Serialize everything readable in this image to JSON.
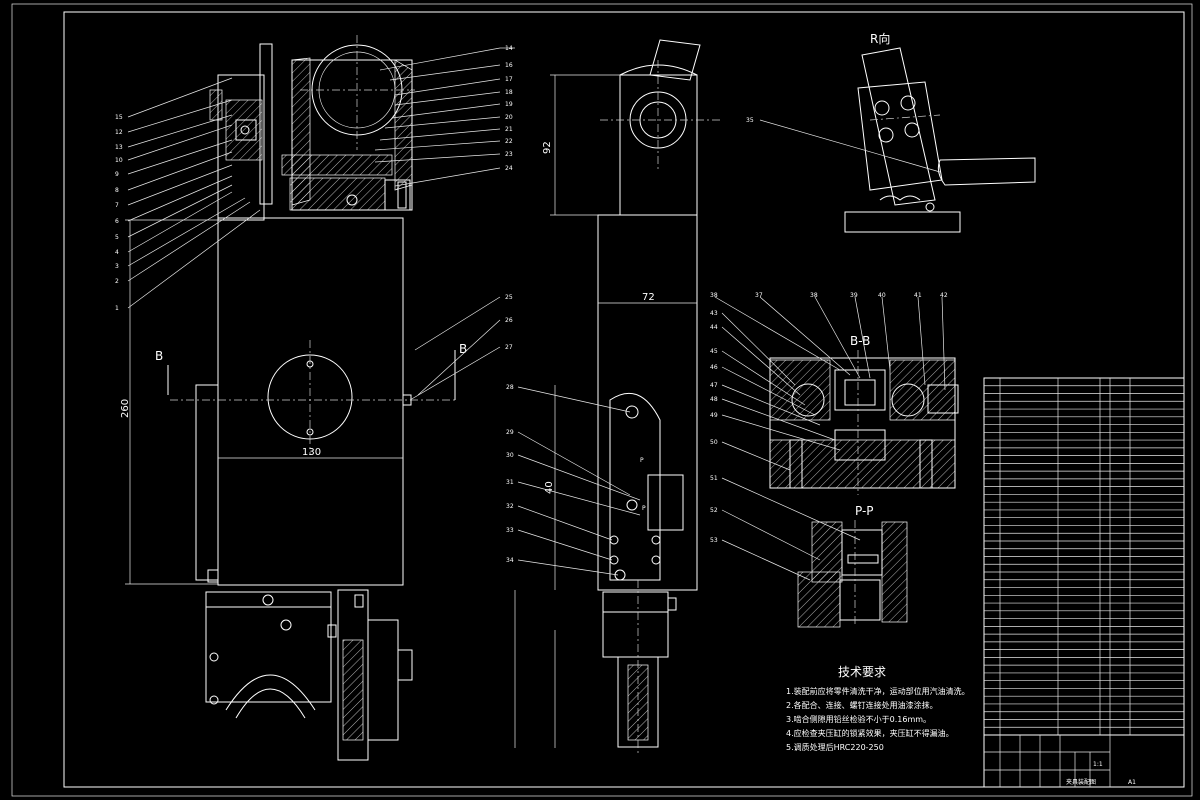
{
  "drawing": {
    "view_labels": {
      "r_view": "R向",
      "section_bb": "B-B",
      "section_pp": "P-P",
      "section_mark_b_left": "B",
      "section_mark_b_right": "B",
      "p_mark": "P",
      "p_mark2": "P"
    },
    "dimensions": {
      "height_main": "260",
      "width_main": "130",
      "height_side": "92",
      "width_side": "72",
      "side_40": "40"
    },
    "leaders_left": [
      "15",
      "12",
      "13",
      "10",
      "9",
      "8",
      "7",
      "6",
      "5",
      "4",
      "3",
      "2",
      "1"
    ],
    "leaders_top_right": [
      "14",
      "16",
      "17",
      "18",
      "19",
      "20",
      "21",
      "22",
      "23",
      "24"
    ],
    "leaders_mid": [
      "25",
      "26",
      "27"
    ],
    "leaders_side": [
      "28",
      "29",
      "30",
      "31",
      "32",
      "33",
      "34"
    ],
    "leaders_bb_top": [
      "38",
      "37",
      "38",
      "39",
      "40",
      "41",
      "42"
    ],
    "leaders_bb_left": [
      "43",
      "44",
      "45",
      "46",
      "47",
      "48",
      "49",
      "50"
    ],
    "leaders_pp": [
      "51",
      "52",
      "53"
    ],
    "leader_r_view": "35",
    "tech_requirements": {
      "title": "技术要求",
      "items": [
        "1.装配前应将零件清洗干净，运动部位用汽油清洗。",
        "2.各配合、连接、螺钉连接处用油漆涂抹。",
        "3.啮合侧隙用铅丝检验不小于0.16mm。",
        "4.应检查夹压缸的锁紧效果，夹压缸不得漏油。",
        "5.调质处理后HRC220-250"
      ]
    },
    "title_block": {
      "name": "夹具装配图",
      "scale": "1:1",
      "sheet_label": "A1"
    }
  },
  "parts_list": {
    "rows": 46
  }
}
